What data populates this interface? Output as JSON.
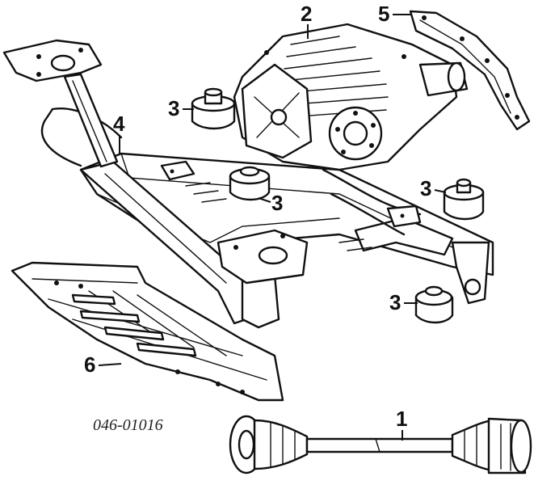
{
  "callouts": {
    "c1": "1",
    "c2": "2",
    "c3a": "3",
    "c3b": "3",
    "c3c": "3",
    "c3d": "3",
    "c4": "4",
    "c5": "5",
    "c6": "6"
  },
  "diagram_code": "046-01016"
}
